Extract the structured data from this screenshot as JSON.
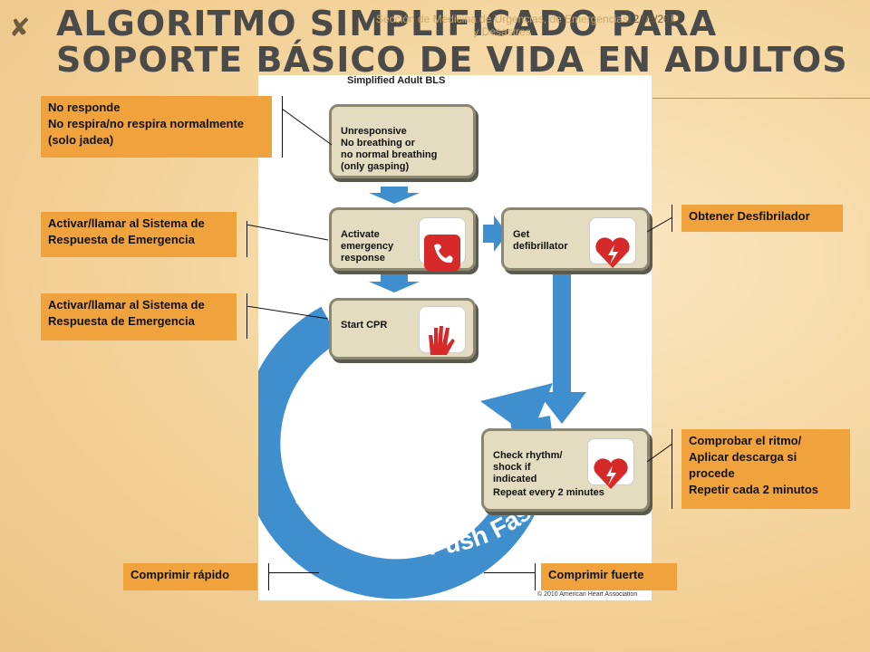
{
  "header": {
    "title": "Algoritmo simplificado para soporte básico de vida en adultos",
    "bullet_mark": "✘",
    "note": "Sección de Medicina de Urgencias, de Emergencias y Desastres",
    "date": "12/08/2017"
  },
  "flow": {
    "panel_title": "Simplified Adult BLS",
    "step1": "Unresponsive\nNo breathing or\nno normal breathing\n(only gasping)",
    "step2": "Activate\nemergency\nresponse",
    "step3": "Get\ndefibrillator",
    "step4": "Start CPR",
    "step5": "Check rhythm/\nshock if\nindicated",
    "step5_repeat": "Repeat every 2 minutes",
    "circle_text": "Push Hard • Push Fast",
    "copyright": "© 2010 American Heart Association"
  },
  "callouts": {
    "c1": "No responde\nNo respira/no respira normalmente\n(solo jadea)",
    "c2": "Activar/llamar al Sistema de\n Respuesta de Emergencia",
    "c3": "Activar/llamar al Sistema de\n Respuesta de Emergencia",
    "c4": "Obtener Desfibrilador",
    "c5": "Comprobar el ritmo/\nAplicar descarga si\nprocede\nRepetir cada 2 minutos",
    "c6": "Comprimir rápido",
    "c7": "Comprimir fuerte"
  },
  "colors": {
    "arrow_blue": "#3f8fcf",
    "callout_orange": "#f0a33c",
    "icon_red": "#d62a2a"
  }
}
